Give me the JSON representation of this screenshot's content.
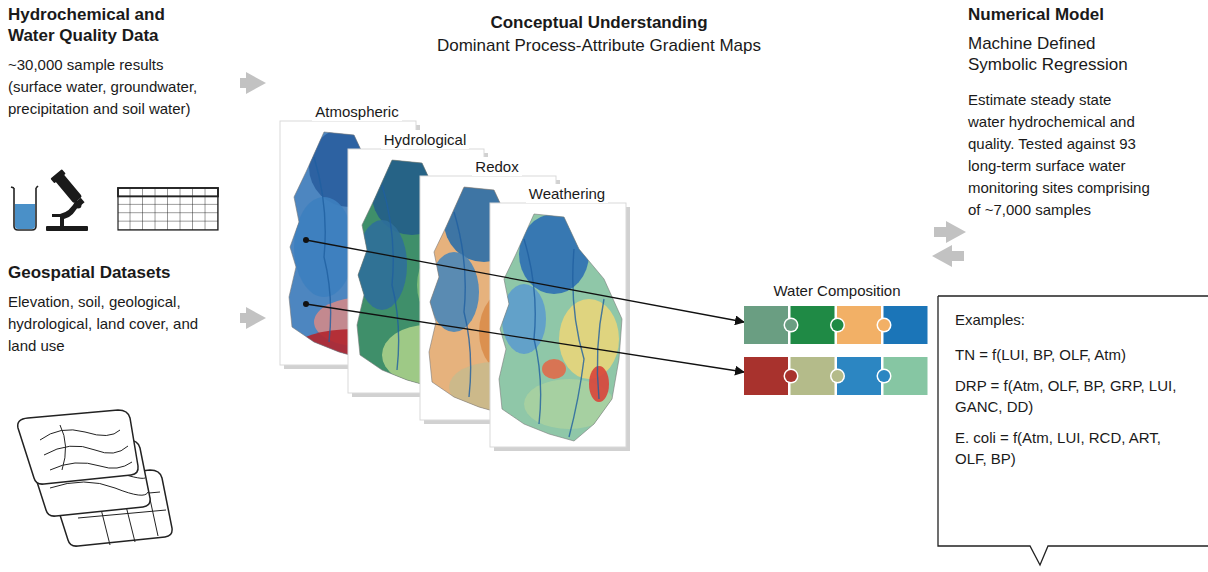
{
  "diagram": {
    "nodes": [
      {
        "text": [
          "Hydrochemical and Water Quality Data",
          "~30,000 sample results (surface water, groundwater, precipitation and soil water)"
        ]
      },
      {
        "text": [
          "Geospatial Datasets",
          "Elevation, soil, geological, hydrological, land cover, and land use"
        ]
      },
      {
        "text": [
          "Conceptual Understanding",
          "Dominant Process-Attribute Gradient Maps"
        ]
      },
      {
        "text": [
          "Atmospheric"
        ],
        "in": 2
      },
      {
        "text": [
          "Hydrological"
        ],
        "in": 2
      },
      {
        "text": [
          "Redox"
        ],
        "in": 2
      },
      {
        "text": [
          "Weathering"
        ],
        "in": 2
      },
      {
        "text": [
          "Water Composition"
        ],
        "in": 2
      },
      {
        "text": [
          "Numerical Model",
          "Machine Defined Symbolic Regression",
          "Estimate steady state water hydrochemical and quality. Tested against 93 long-term surface water monitoring sites comprising of ~7,000 samples"
        ]
      },
      {
        "text": [
          "Examples:",
          "TN = f(LUI, BP, OLF, Atm)",
          "DRP = f(Atm, OLF, BP, GRP, LUI, GANC, DD)",
          "E. coli = f(Atm, LUI, RCD, ART, OLF, BP)"
        ]
      }
    ],
    "edges": [
      {
        "from": 0,
        "to": 2,
        "arrow": "to"
      },
      {
        "from": 1,
        "to": 2,
        "arrow": "to"
      },
      {
        "from": 2,
        "to": 8,
        "arrow": "to"
      },
      {
        "from": 8,
        "to": 2,
        "arrow": "to"
      }
    ]
  }
}
